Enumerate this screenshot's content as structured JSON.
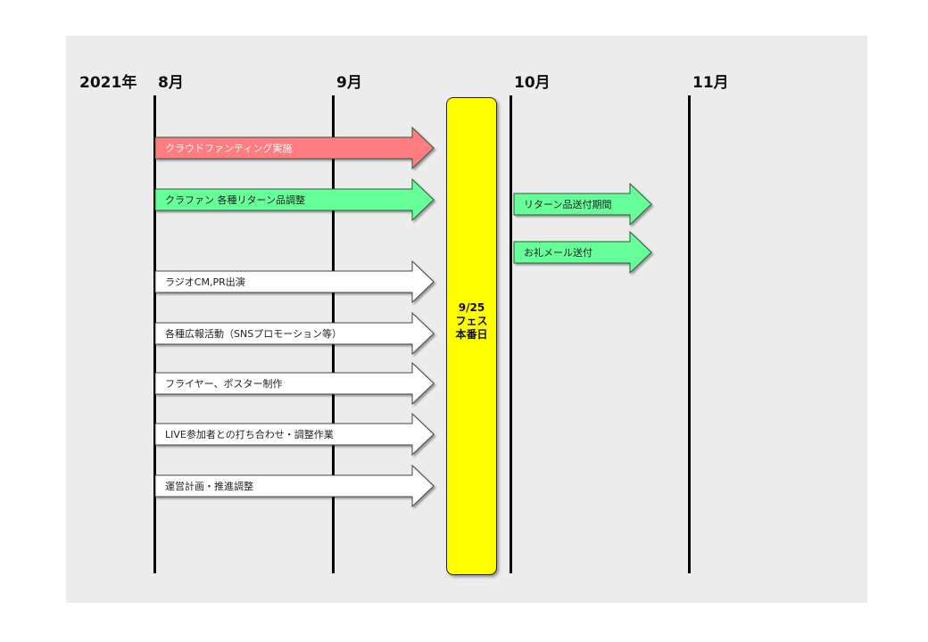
{
  "header": {
    "year": "2021年",
    "months": [
      "8月",
      "9月",
      "10月",
      "11月"
    ]
  },
  "festival": {
    "date": "9/25",
    "line1": "フェス",
    "line2": "本番日",
    "color": "#ffff00"
  },
  "tasks": [
    {
      "label": "クラウドファンティング実施",
      "color": "#ff7c80"
    },
    {
      "label": "クラファン 各種リターン品調整",
      "color": "#66ff99"
    },
    {
      "label": "リターン品送付期間",
      "color": "#66ff99"
    },
    {
      "label": "お礼メール送付",
      "color": "#66ff99"
    },
    {
      "label": "ラジオCM,PR出演",
      "color": "#ffffff"
    },
    {
      "label": "各種広報活動（SNSプロモーション等）",
      "color": "#ffffff"
    },
    {
      "label": "フライヤー、ポスター制作",
      "color": "#ffffff"
    },
    {
      "label": "LIVE参加者との打ち合わせ・調整作業",
      "color": "#ffffff"
    },
    {
      "label": "運営計画・推進調整",
      "color": "#ffffff"
    }
  ]
}
